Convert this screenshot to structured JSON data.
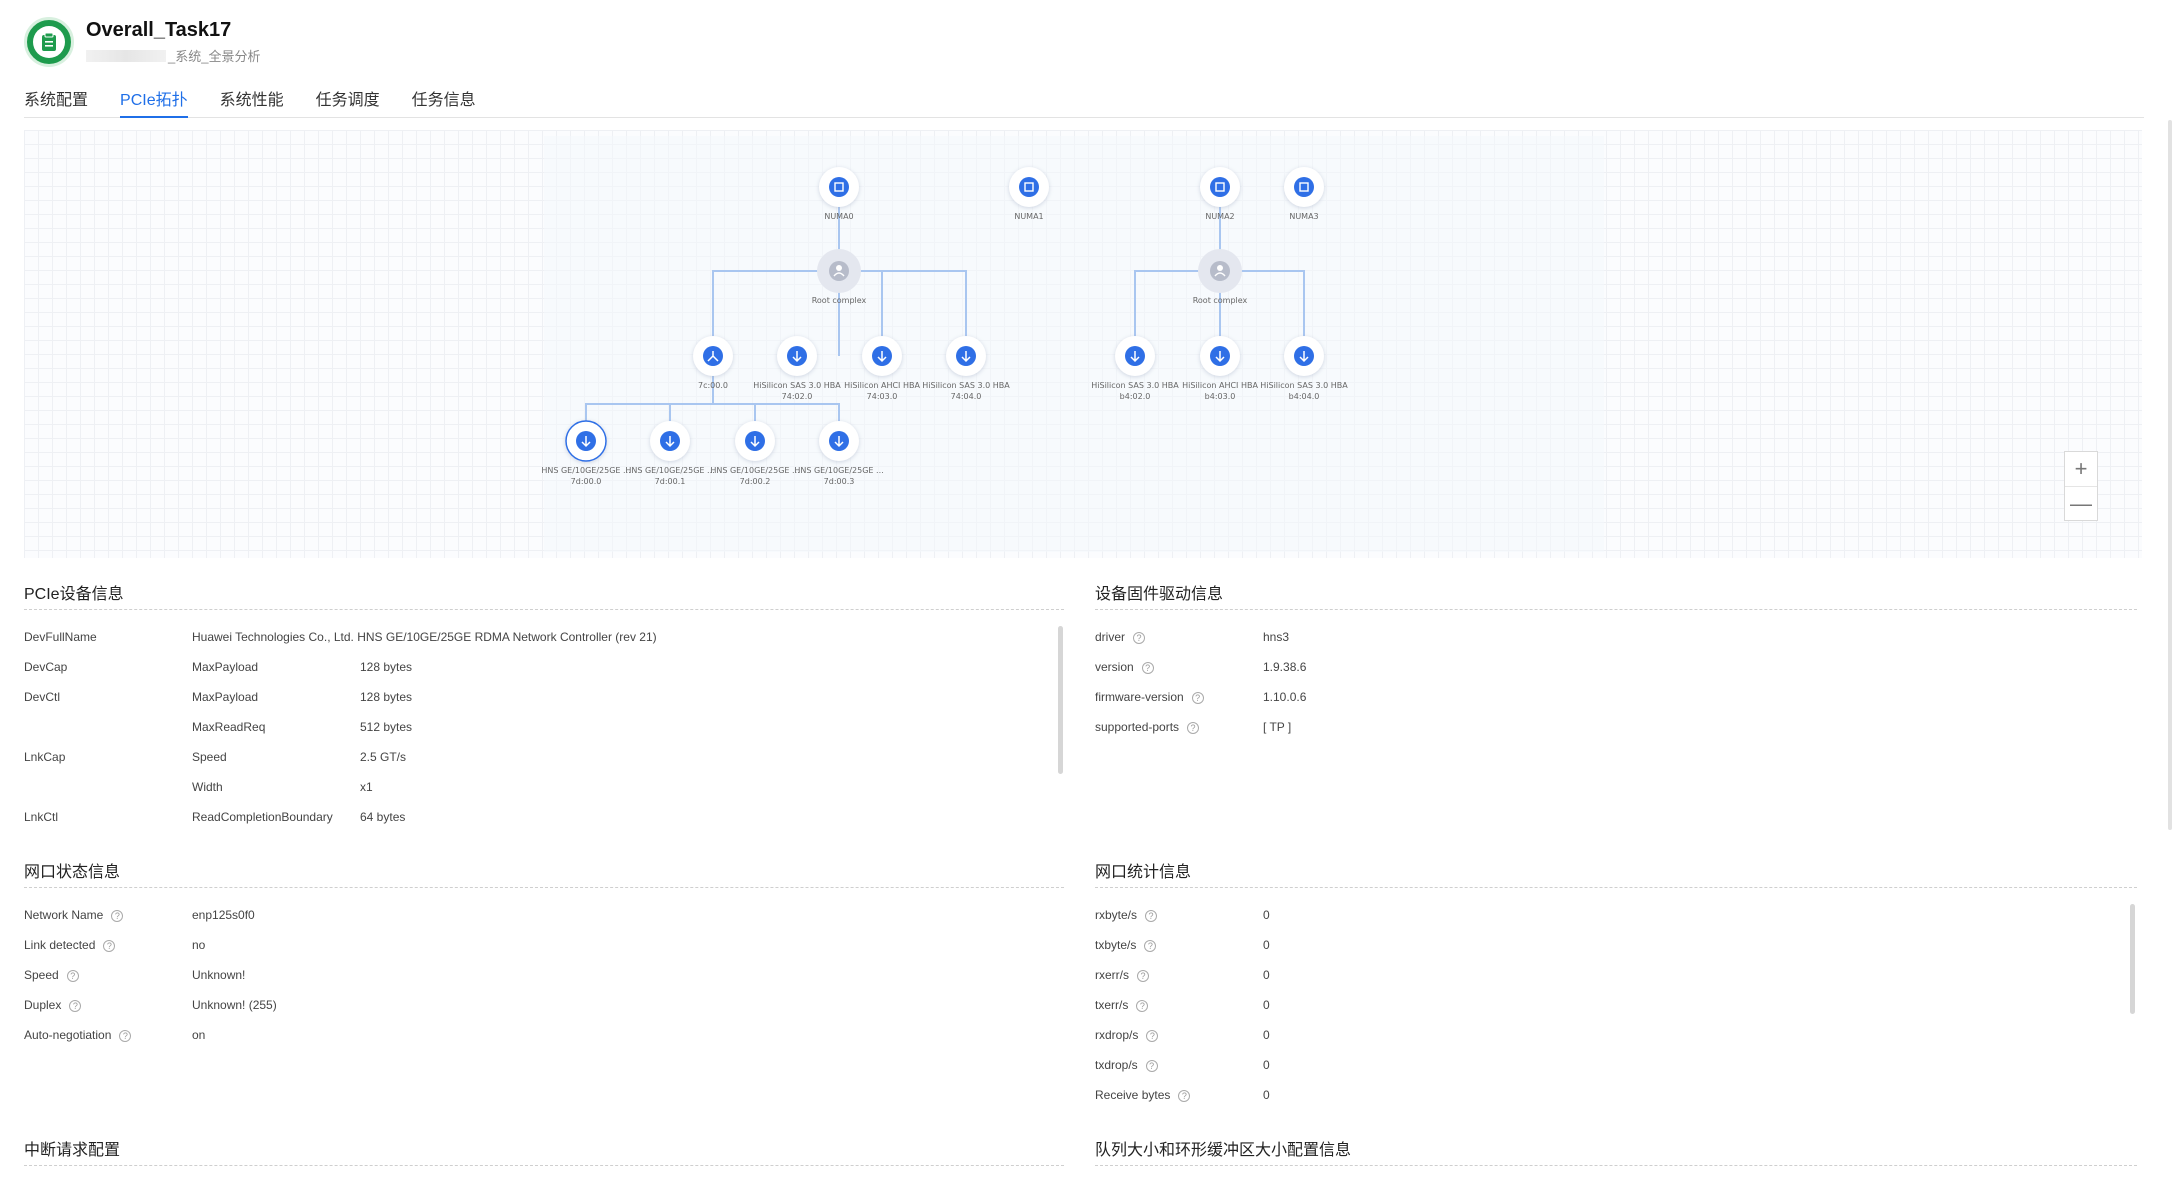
{
  "header": {
    "title": "Overall_Task17",
    "subtitle": "_系统_全景分析"
  },
  "tabs": [
    {
      "label": "系统配置",
      "active": false
    },
    {
      "label": "PCIe拓扑",
      "active": true
    },
    {
      "label": "系统性能",
      "active": false
    },
    {
      "label": "任务调度",
      "active": false
    },
    {
      "label": "任务信息",
      "active": false
    }
  ],
  "topology": {
    "numa": [
      "NUMA0",
      "NUMA1",
      "NUMA2",
      "NUMA3"
    ],
    "root_complex": [
      "Root complex",
      "Root complex"
    ],
    "bridge": "7c:00.0",
    "devices_left": [
      {
        "name": "HiSilicon SAS 3.0 HBA",
        "bdf": "74:02.0"
      },
      {
        "name": "HiSilicon AHCI HBA",
        "bdf": "74:03.0"
      },
      {
        "name": "HiSilicon SAS 3.0 HBA",
        "bdf": "74:04.0"
      }
    ],
    "devices_right": [
      {
        "name": "HiSilicon SAS 3.0 HBA",
        "bdf": "b4:02.0"
      },
      {
        "name": "HiSilicon AHCI HBA",
        "bdf": "b4:03.0"
      },
      {
        "name": "HiSilicon SAS 3.0 HBA",
        "bdf": "b4:04.0"
      }
    ],
    "nics": [
      {
        "name": "HNS GE/10GE/25GE ...",
        "bdf": "7d:00.0",
        "selected": true
      },
      {
        "name": "HNS GE/10GE/25GE ...",
        "bdf": "7d:00.1",
        "selected": false
      },
      {
        "name": "HNS GE/10GE/25GE ...",
        "bdf": "7d:00.2",
        "selected": false
      },
      {
        "name": "HNS GE/10GE/25GE ...",
        "bdf": "7d:00.3",
        "selected": false
      }
    ],
    "zoom_in": "+",
    "zoom_out": "—"
  },
  "pcie_info": {
    "title": "PCIe设备信息",
    "rows": [
      [
        "DevFullName",
        "Huawei Technologies Co., Ltd. HNS GE/10GE/25GE RDMA Network Controller (rev 21)",
        ""
      ],
      [
        "DevCap",
        "MaxPayload",
        "128 bytes"
      ],
      [
        "DevCtl",
        "MaxPayload",
        "128 bytes"
      ],
      [
        "",
        "MaxReadReq",
        "512 bytes"
      ],
      [
        "LnkCap",
        "Speed",
        "2.5 GT/s"
      ],
      [
        "",
        "Width",
        "x1"
      ],
      [
        "LnkCtl",
        "ReadCompletionBoundary",
        "64 bytes"
      ]
    ]
  },
  "firmware_info": {
    "title": "设备固件驱动信息",
    "rows": [
      [
        "driver",
        "hns3"
      ],
      [
        "version",
        "1.9.38.6"
      ],
      [
        "firmware-version",
        "1.10.0.6"
      ],
      [
        "supported-ports",
        "[ TP ]"
      ]
    ]
  },
  "net_status": {
    "title": "网口状态信息",
    "rows": [
      [
        "Network Name",
        "enp125s0f0"
      ],
      [
        "Link detected",
        "no"
      ],
      [
        "Speed",
        "Unknown!"
      ],
      [
        "Duplex",
        "Unknown! (255)"
      ],
      [
        "Auto-negotiation",
        "on"
      ]
    ]
  },
  "net_stats": {
    "title": "网口统计信息",
    "rows": [
      [
        "rxbyte/s",
        "0"
      ],
      [
        "txbyte/s",
        "0"
      ],
      [
        "rxerr/s",
        "0"
      ],
      [
        "txerr/s",
        "0"
      ],
      [
        "rxdrop/s",
        "0"
      ],
      [
        "txdrop/s",
        "0"
      ],
      [
        "Receive bytes",
        "0"
      ]
    ]
  },
  "irq": {
    "title": "中断请求配置"
  },
  "queue": {
    "title": "队列大小和环形缓冲区大小配置信息"
  },
  "help_glyph": "?",
  "colors": {
    "accent": "#1f6fe8",
    "node_blue": "#2f6fe6",
    "link": "#a9c6f0",
    "root_gray": "#c9ccd6",
    "logo_green": "#1e9b4d"
  }
}
